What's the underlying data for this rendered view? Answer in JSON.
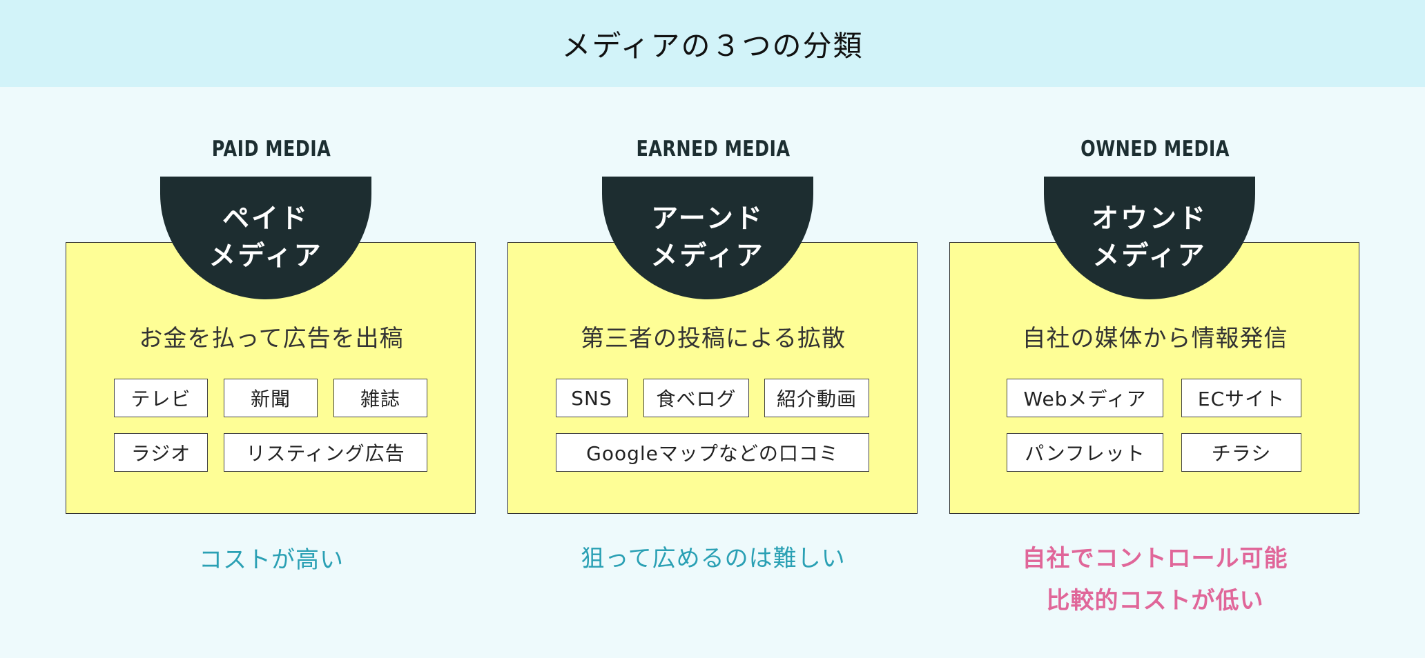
{
  "title": "メディアの３つの分類",
  "columns": [
    {
      "english": "PAID MEDIA",
      "badge_line1": "ペイド",
      "badge_line2": "メディア",
      "description": "お金を払って広告を出稿",
      "chips": [
        "テレビ",
        "新聞",
        "雑誌",
        "ラジオ",
        "リスティング広告"
      ],
      "notes": [
        "コストが高い"
      ]
    },
    {
      "english": "EARNED MEDIA",
      "badge_line1": "アーンド",
      "badge_line2": "メディア",
      "description": "第三者の投稿による拡散",
      "chips": [
        "SNS",
        "食べログ",
        "紹介動画",
        "Googleマップなどの口コミ"
      ],
      "notes": [
        "狙って広めるのは難しい"
      ]
    },
    {
      "english": "OWNED MEDIA",
      "badge_line1": "オウンド",
      "badge_line2": "メディア",
      "description": "自社の媒体から情報発信",
      "chips": [
        "Webメディア",
        "ECサイト",
        "パンフレット",
        "チラシ"
      ],
      "notes": [
        "自社でコントロール可能",
        "比較的コストが低い"
      ]
    }
  ],
  "colors": {
    "header_bg": "#d2f3f9",
    "page_bg": "#eefafc",
    "box_fill": "#fefe96",
    "badge_fill": "#1d2d30",
    "note_teal": "#2aa0b4",
    "note_pink": "#e06699"
  }
}
